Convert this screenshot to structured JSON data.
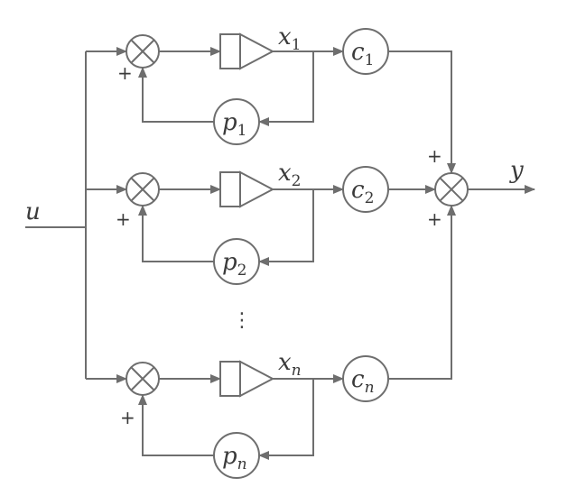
{
  "input_label": "u",
  "output_label": "y",
  "branches": [
    {
      "state_base": "x",
      "state_sub": "1",
      "c_base": "c",
      "c_sub": "1",
      "p_base": "p",
      "p_sub": "1",
      "sub_italic": false,
      "plus": "+"
    },
    {
      "state_base": "x",
      "state_sub": "2",
      "c_base": "c",
      "c_sub": "2",
      "p_base": "p",
      "p_sub": "2",
      "sub_italic": false,
      "plus": "+"
    },
    {
      "state_base": "x",
      "state_sub": "n",
      "c_base": "c",
      "c_sub": "n",
      "p_base": "p",
      "p_sub": "n",
      "sub_italic": true,
      "plus": "+"
    }
  ],
  "ellipsis": "⋮",
  "output_sum_signs": [
    "+",
    "+"
  ],
  "colors": {
    "line": "#6e6e6e",
    "text": "#3a3a3a"
  }
}
